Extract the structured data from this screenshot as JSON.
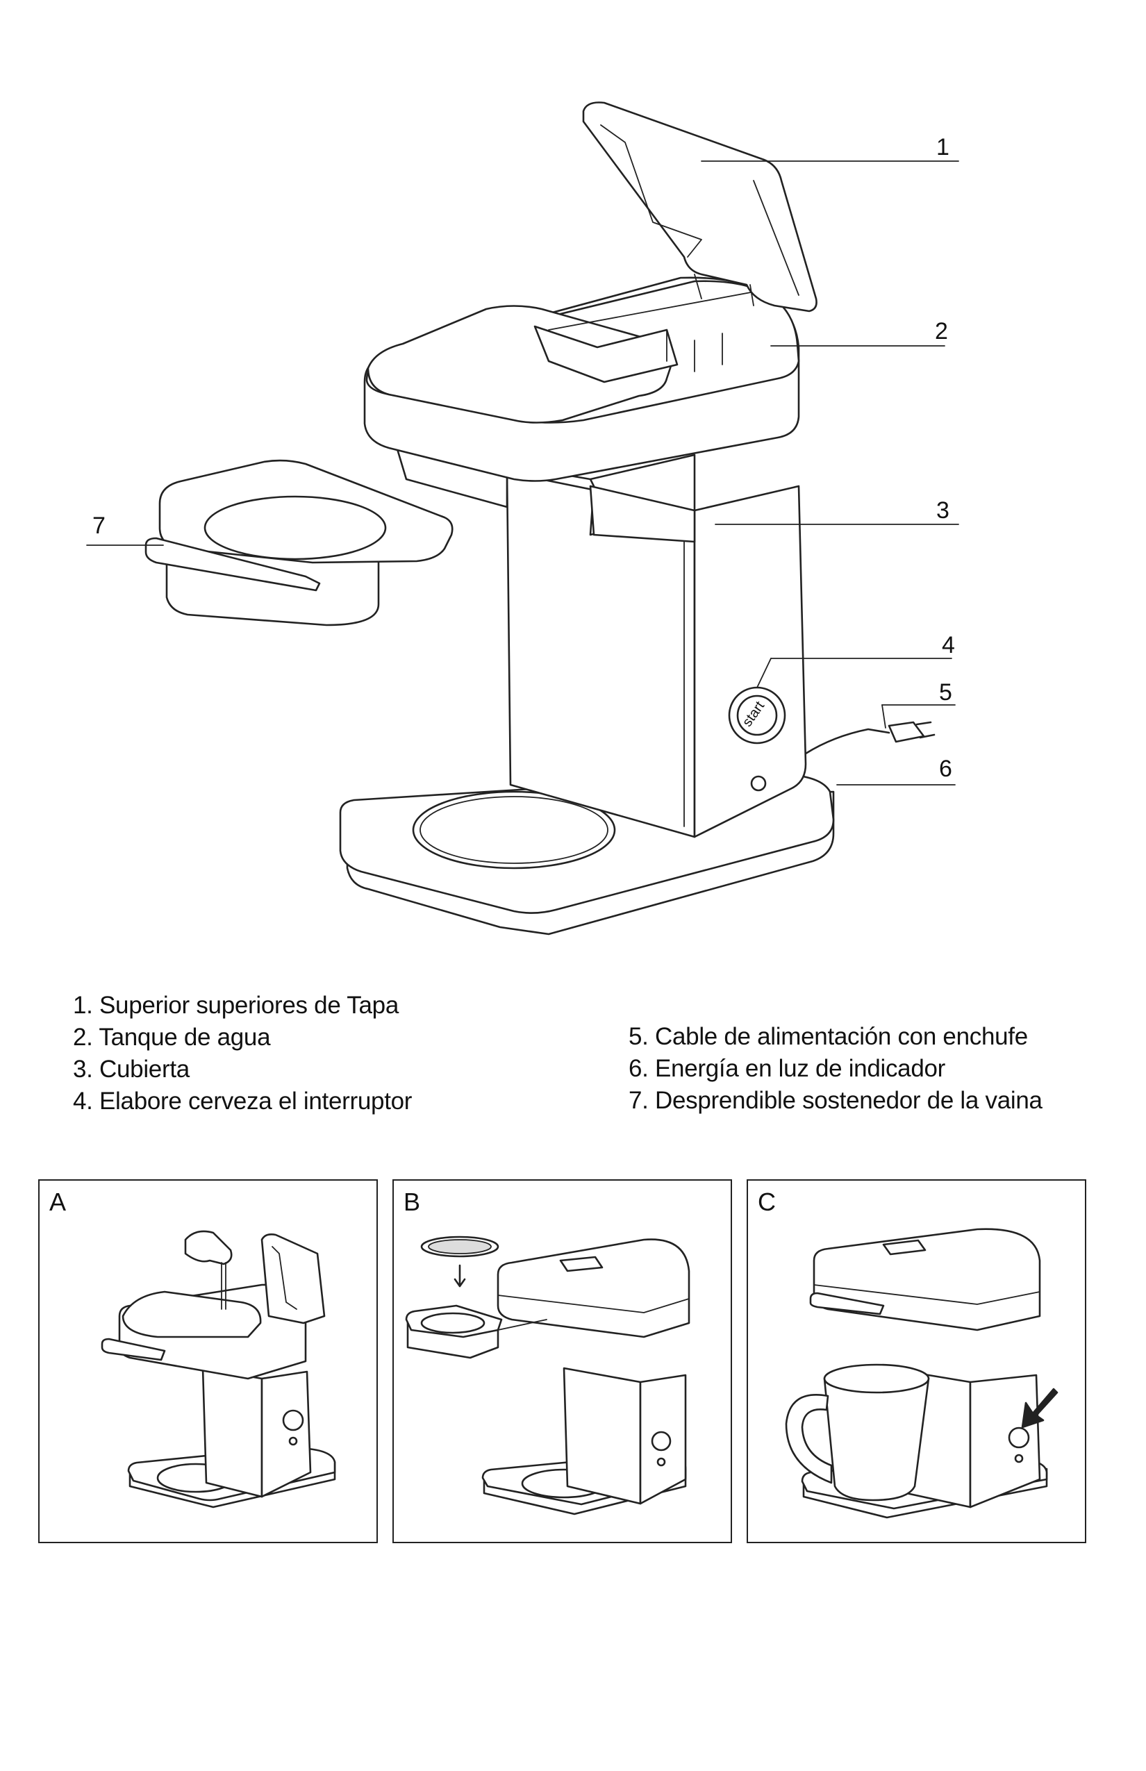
{
  "callouts": [
    {
      "number": "1"
    },
    {
      "number": "2"
    },
    {
      "number": "3"
    },
    {
      "number": "4"
    },
    {
      "number": "5"
    },
    {
      "number": "6"
    },
    {
      "number": "7"
    }
  ],
  "button_text": "start",
  "legend_left": [
    "1. Superior superiores de Tapa",
    "2. Tanque de agua",
    "3. Cubierta",
    "4. Elabore cerveza el interruptor"
  ],
  "legend_right": [
    "5. Cable de alimentación con enchufe",
    "6.  Energía en luz de indicador",
    "7. Desprendible sostenedor de la vaina"
  ],
  "steps": [
    {
      "label": "A"
    },
    {
      "label": "B"
    },
    {
      "label": "C"
    }
  ]
}
